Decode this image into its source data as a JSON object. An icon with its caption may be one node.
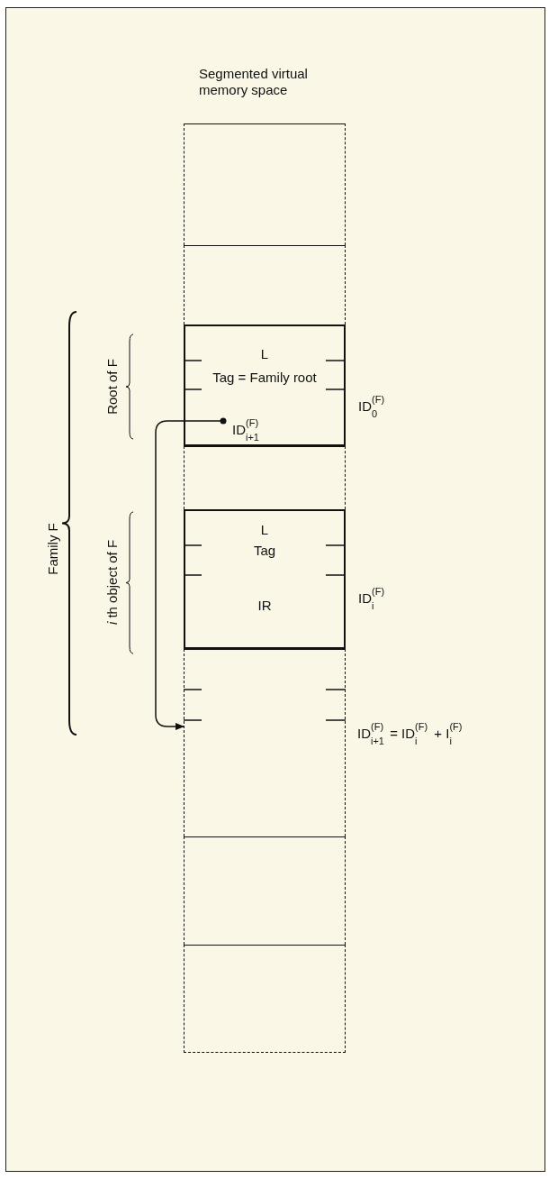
{
  "diagram": {
    "title": "Segmented virtual memory space",
    "nodes": [
      {
        "text": [],
        "shape": "box"
      },
      {
        "text": [],
        "shape": "box"
      },
      {
        "text": [
          "L",
          "Tag = Family root",
          "ID$^{(F)}$$_{i+1}$"
        ],
        "beside": [
          "ID$^{(F)}$$_{0}$"
        ]
      },
      {
        "text": [],
        "shape": "box"
      },
      {
        "text": [
          "L",
          "Tag",
          "IR"
        ],
        "beside": [
          "ID$^{(F)}$$_{i}$"
        ]
      },
      {
        "text": [],
        "shape": "box",
        "beside": [
          "ID$^{(F)}$$_{i+1}$ = ID$^{(F)}$$_{i}$ + I$^{(F)}$$_{i}$"
        ]
      },
      {
        "text": [],
        "shape": "box"
      },
      {
        "text": [],
        "shape": "box"
      }
    ],
    "edges": [
      {
        "from": 2,
        "to": 5,
        "arrow": "to"
      }
    ],
    "labels": [
      "Family F",
      "Root of F",
      "*i* th object of F"
    ]
  }
}
